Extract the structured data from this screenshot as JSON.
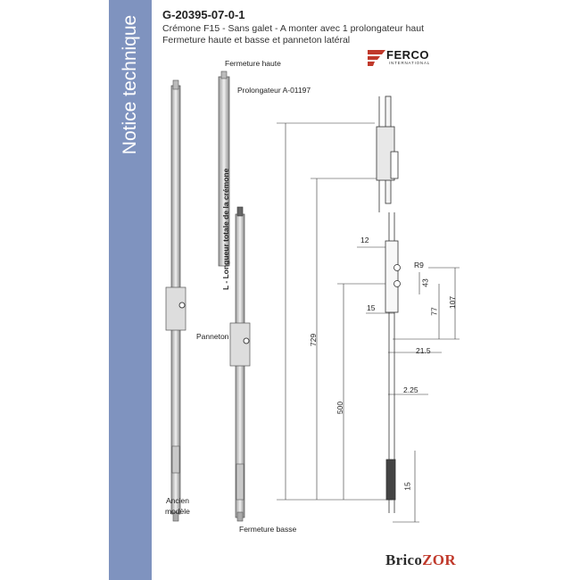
{
  "sidebar": {
    "title": "Notice technique"
  },
  "header": {
    "reference": "G-20395-07-0-1",
    "line1": "Crémone F15 - Sans galet - A monter avec 1 prolongateur haut",
    "line2": "Fermeture haute et basse et panneton latéral"
  },
  "brand": {
    "name": "FERCO",
    "sub": "INTERNATIONAL"
  },
  "labels": {
    "fermeture_haute": "Fermeture haute",
    "prolongateur": "Prolongateur A-01197",
    "panneton": "Panneton",
    "ancien": "Ancien",
    "modele": "modèle",
    "fermeture_basse": "Fermeture basse",
    "longueur": "L - Longueur totale de la crémone"
  },
  "dimensions": {
    "d729": "729",
    "d500": "500",
    "d12": "12",
    "dR9": "R9",
    "d43": "43",
    "d77": "77",
    "d107": "107",
    "d15a": "15",
    "d21_5": "21.5",
    "d2_25": "2.25",
    "d15b": "15"
  },
  "footer": {
    "logo_part1": "Brico",
    "logo_part2": "ZOR"
  },
  "colors": {
    "sidebar": "#7f93bf",
    "brand_red": "#c0392b"
  }
}
